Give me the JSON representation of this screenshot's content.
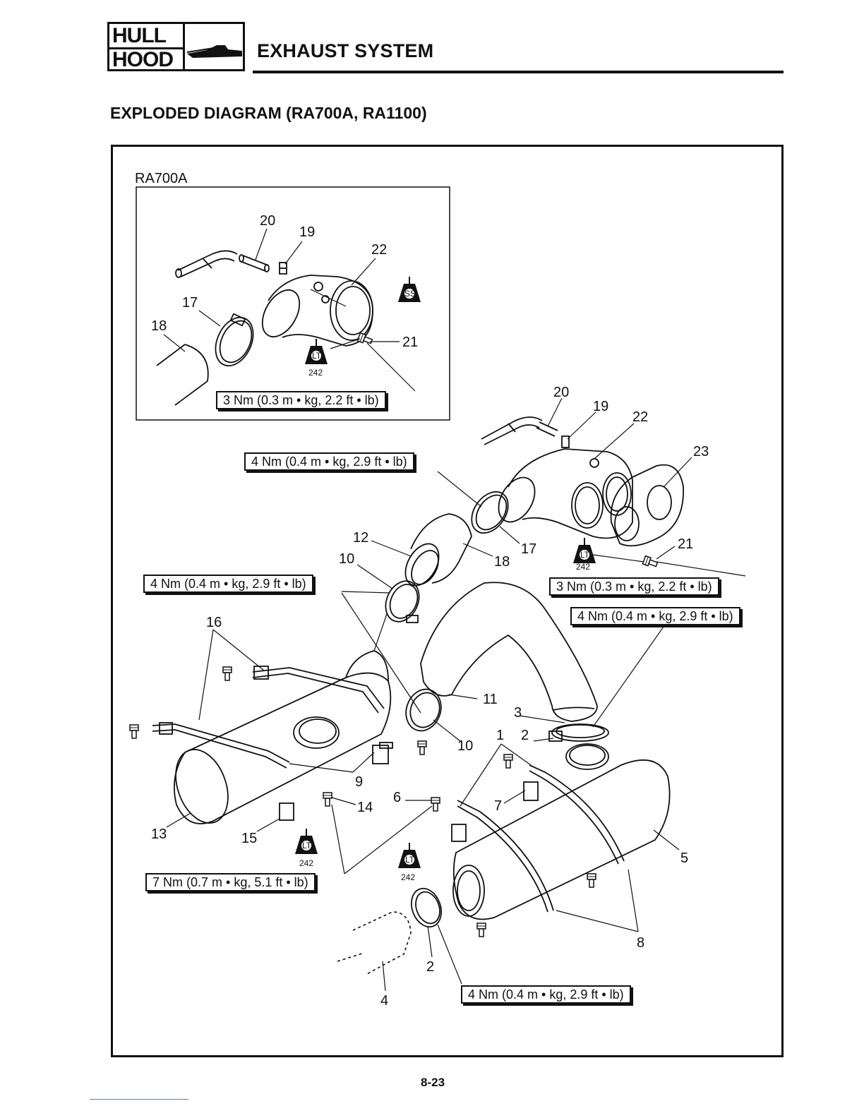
{
  "header": {
    "logo_line1": "HULL",
    "logo_line2": "HOOD",
    "section_title": "EXHAUST SYSTEM"
  },
  "diagram_title": "EXPLODED DIAGRAM (RA700A, RA1100)",
  "inset_label": "RA700A",
  "torque": {
    "inset": "3 Nm (0.3 m • kg, 2.2 ft • lb)",
    "t_upper_left": "4 Nm (0.4 m • kg, 2.9 ft • lb)",
    "t_left": "4 Nm (0.4 m • kg, 2.9 ft • lb)",
    "t_right_a": "3 Nm (0.3 m • kg, 2.2 ft • lb)",
    "t_right_b": "4 Nm (0.4 m • kg, 2.9 ft • lb)",
    "t_bottom_left": "7 Nm (0.7 m • kg, 5.1 ft • lb)",
    "t_bottom_right": "4 Nm (0.4 m • kg, 2.9 ft • lb)"
  },
  "callouts": {
    "inset": [
      "20",
      "19",
      "22",
      "17",
      "18",
      "21"
    ],
    "main": [
      "20",
      "19",
      "22",
      "23",
      "12",
      "10",
      "17",
      "18",
      "21",
      "16",
      "11",
      "3",
      "1",
      "2",
      "10",
      "9",
      "6",
      "14",
      "7",
      "13",
      "15",
      "5",
      "8",
      "2",
      "4"
    ]
  },
  "symbols": {
    "lt_label": "LT",
    "ss_label": "SS",
    "lt_code": "242"
  },
  "page_number": "8-23"
}
